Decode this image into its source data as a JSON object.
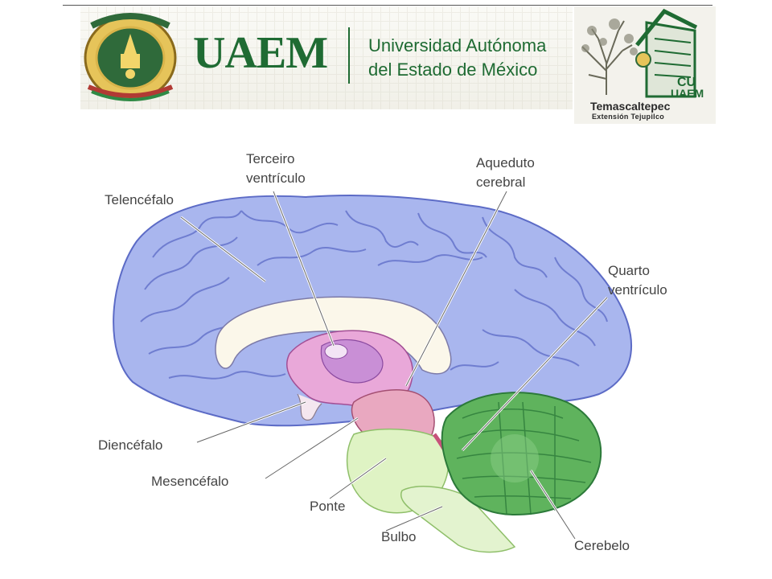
{
  "header": {
    "acronym": "UAEM",
    "name_line1": "Universidad Autónoma",
    "name_line2": "del Estado de México",
    "campus_name": "Temascaltepec",
    "campus_sub": "Extensión Tejupilco",
    "campus_cu": "CU",
    "campus_uaem": "UAEM"
  },
  "labels": {
    "telencefalo": "Telencéfalo",
    "terceiro_1": "Terceiro",
    "terceiro_2": "ventrículo",
    "aqueduto_1": "Aqueduto",
    "aqueduto_2": "cerebral",
    "quarto_1": "Quarto",
    "quarto_2": "ventrículo",
    "diencefalo": "Diencéfalo",
    "mesencefalo": "Mesencéfalo",
    "ponte": "Ponte",
    "bulbo": "Bulbo",
    "cerebelo": "Cerebelo"
  },
  "colors": {
    "brand_green": "#1f6b33",
    "cortex": "#a9b6ee",
    "diencephalon": "#e9a8d9",
    "pons": "#dff3c4",
    "cerebellum": "#5fb35d"
  }
}
